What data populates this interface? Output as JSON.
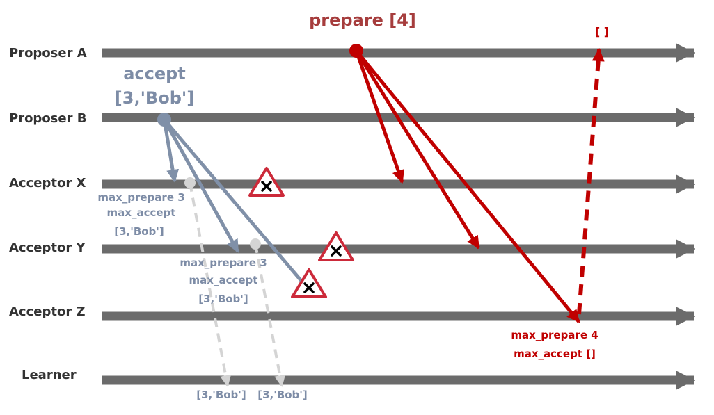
{
  "lanes": [
    {
      "label": "Proposer A"
    },
    {
      "label": "Proposer B"
    },
    {
      "label": "Acceptor X"
    },
    {
      "label": "Acceptor Y"
    },
    {
      "label": "Acceptor Z"
    },
    {
      "label": "Learner"
    }
  ],
  "prepare": {
    "title": "prepare [4]",
    "response": "[ ]",
    "state_z": {
      "line1": "max_prepare 4",
      "line2": "max_accept []"
    }
  },
  "accept": {
    "title_line1": "accept",
    "title_line2": "[3,'Bob']",
    "state_x": {
      "line1": "max_prepare 3",
      "line2": "max_accept",
      "line3": "[3,'Bob']"
    },
    "state_y": {
      "line1": "max_prepare 3",
      "line2": "max_accept",
      "line3": "[3,'Bob']"
    }
  },
  "learner_values": [
    "[3,'Bob']",
    "[3,'Bob']"
  ],
  "colors": {
    "lane": "#6b6b6b",
    "prepare": "#c00000",
    "prepare_title": "#a63d3d",
    "accept": "#8090a8",
    "accept_text": "#7d8ca6",
    "learn": "#d4d4d4",
    "warning_border": "#cc2a3a",
    "lane_label": "#333333"
  },
  "icons": {
    "warning": "warning-triangle-x-icon"
  }
}
